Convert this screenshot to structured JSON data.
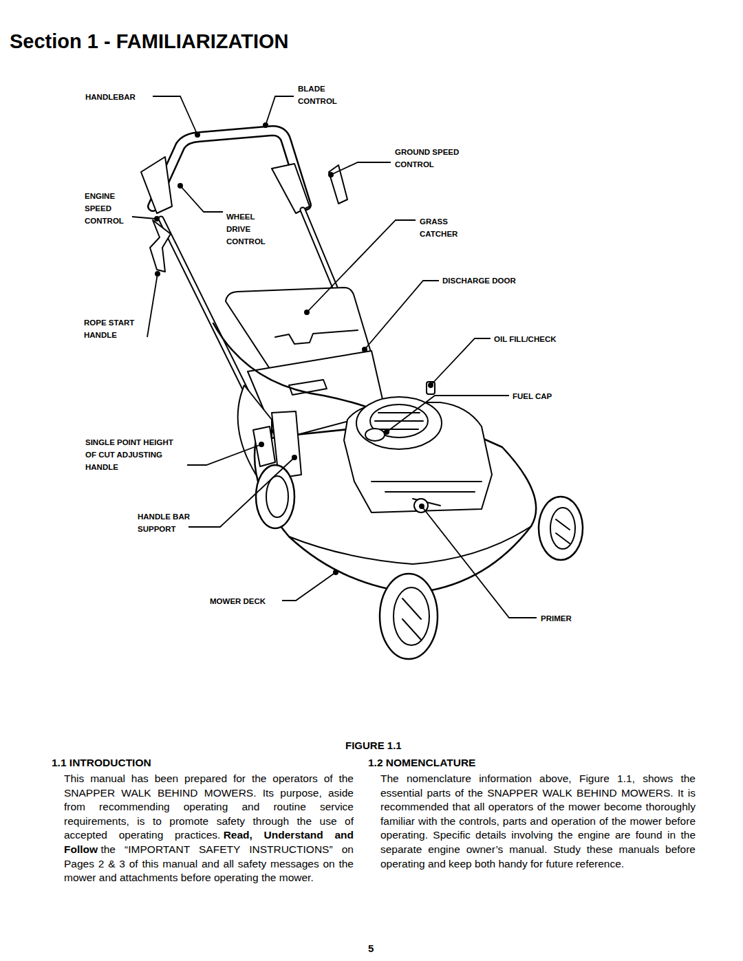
{
  "diagram": {
    "title": "Section 1 - FAMILIARIZATION",
    "caption": "FIGURE 1.1",
    "labels": [
      "HANDLEBAR",
      "BLADE CONTROL",
      "GROUND SPEED CONTROL",
      "ENGINE SPEED CONTROL",
      "WHEEL DRIVE CONTROL",
      "GRASS CATCHER",
      "DISCHARGE DOOR",
      "ROPE START HANDLE",
      "OIL FILL/CHECK",
      "FUEL CAP",
      "SINGLE POINT HEIGHT OF CUT ADJUSTING HANDLE",
      "HANDLE BAR SUPPORT",
      "MOWER DECK",
      "PRIMER",
      "1.1 INTRODUCTION",
      "This manual has been prepared for the operators of the SNAPPER WALK BEHIND MOWERS. Its purpose, aside from recommending operating and routine service requirements, is to promote safety through the use of accepted operating practices.",
      "Read, Understand and Follow",
      "the “IMPORTANT SAFETY INSTRUCTIONS” on Pages 2 & 3 of this manual and all safety messages on the mower and attachments before operating the mower.",
      "1.2 NOMENCLATURE",
      "The nomenclature information above, Figure 1.1, shows the essential parts of the SNAPPER WALK BEHIND MOWERS. It is recommended that all operators of the mower become thoroughly familiar with the controls, parts and operation of the mower before operating. Specific details involving the engine are found in the separate engine owner’s manual. Study these manuals before operating and keep both handy for future reference.",
      "5"
    ]
  }
}
